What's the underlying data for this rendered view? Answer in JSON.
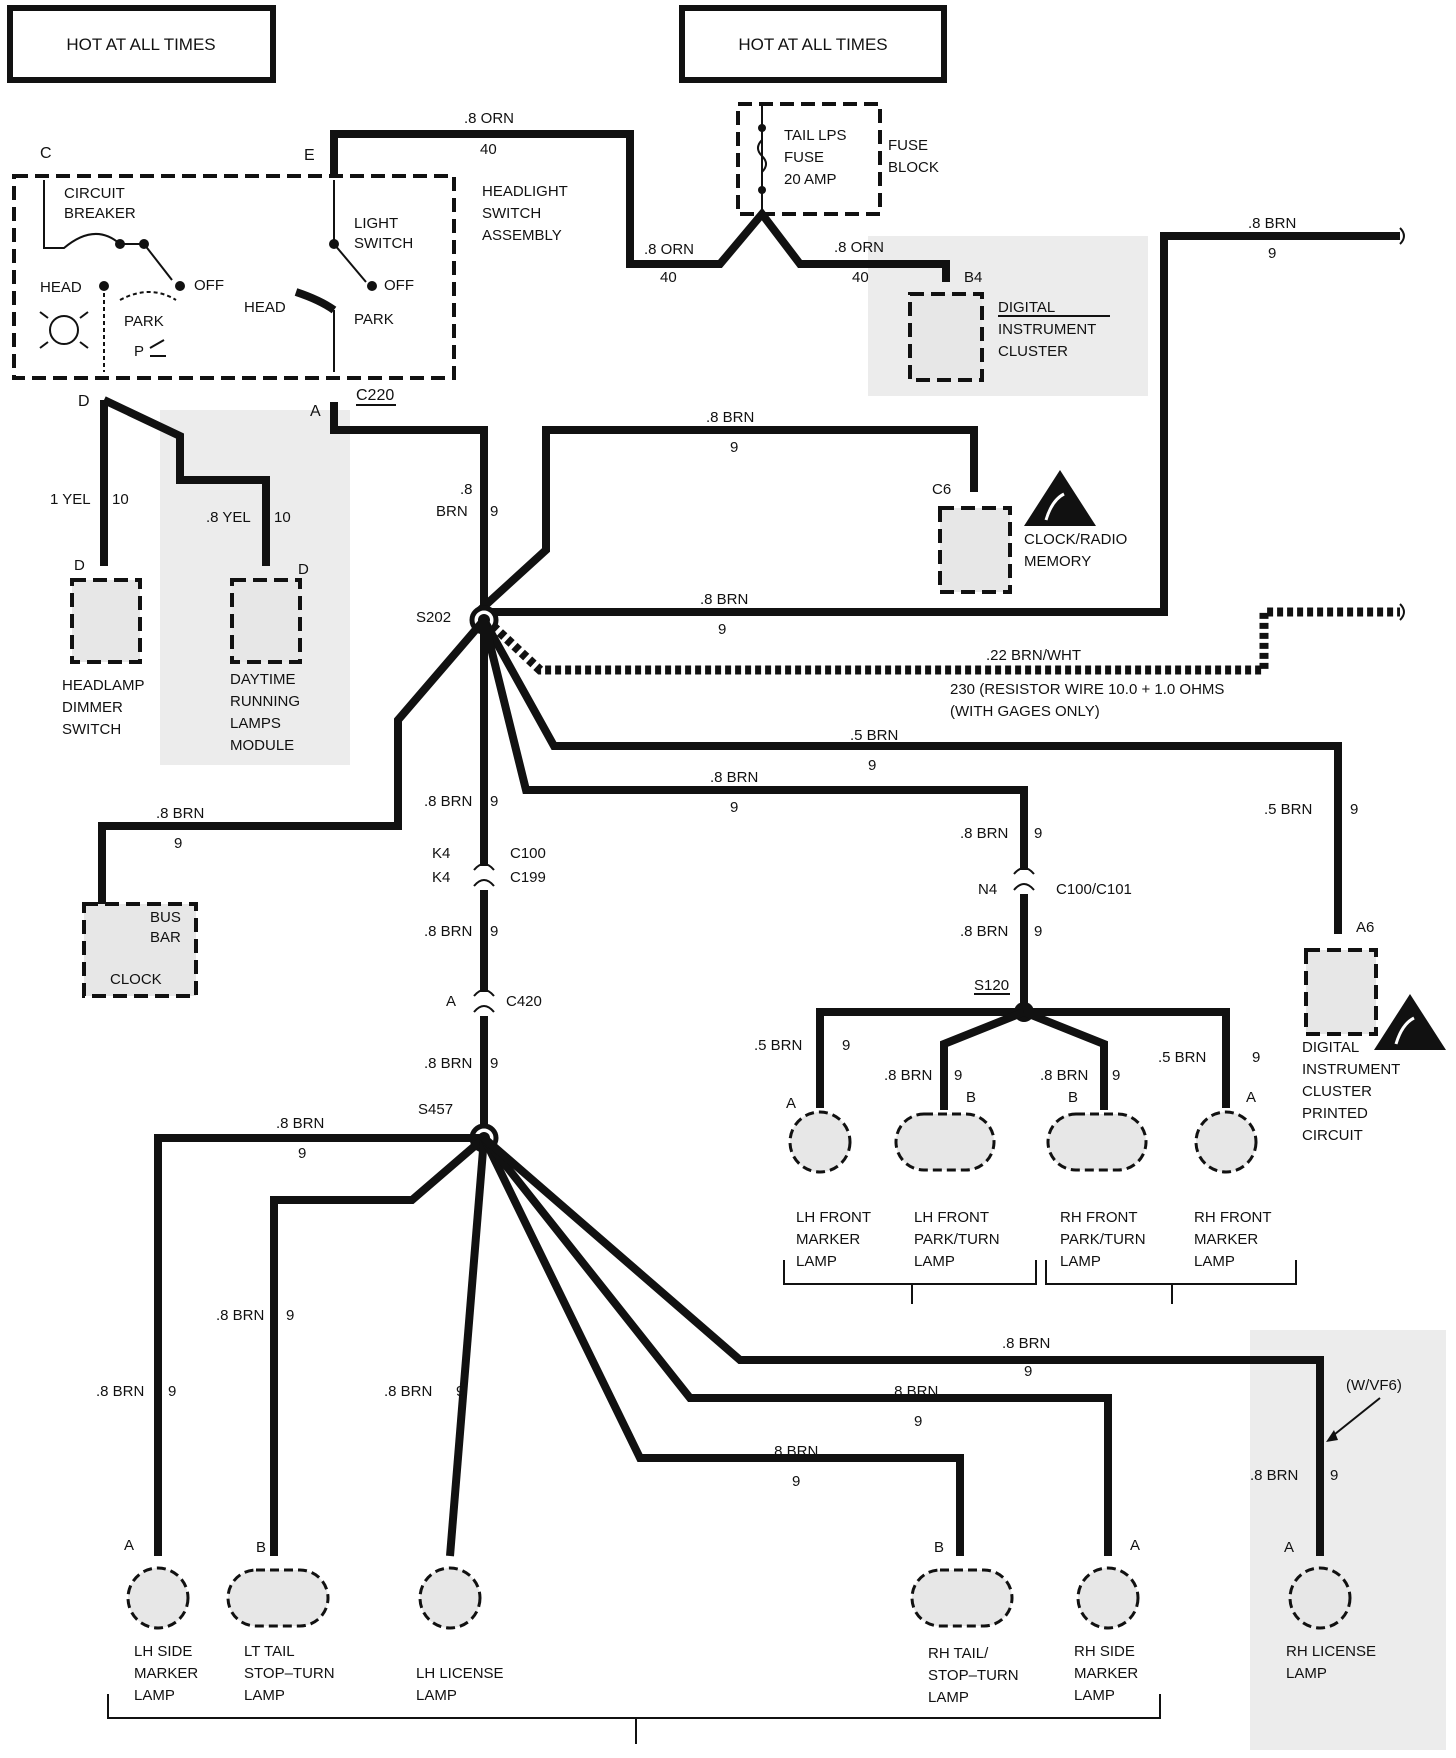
{
  "power": {
    "hot_left": "HOT AT ALL TIMES",
    "hot_right": "HOT AT ALL TIMES"
  },
  "fuse": {
    "line1": "TAIL LPS",
    "line2": "FUSE",
    "line3": "20 AMP",
    "block1": "FUSE",
    "block2": "BLOCK"
  },
  "headlight_switch": {
    "title": [
      "HEADLIGHT",
      "SWITCH",
      "ASSEMBLY"
    ],
    "circuit_breaker": [
      "CIRCUIT",
      "BREAKER"
    ],
    "light_switch": [
      "LIGHT",
      "SWITCH"
    ],
    "head": "HEAD",
    "park": "PARK",
    "off": "OFF",
    "p": "P",
    "term_c": "C",
    "term_e": "E",
    "term_d": "D",
    "term_a": "A",
    "connector": "C220"
  },
  "wires": {
    "orn_size": ".8 ORN",
    "orn_circuit": "40",
    "brn_8": ".8 BRN",
    "brn_5": ".5 BRN",
    "brn_circuit": "9",
    "yel_1": "1 YEL",
    "yel_8": ".8 YEL",
    "yel_circuit": "10",
    "brn_dot8": ".8",
    "brn_word": "BRN",
    "resistor_size": ".22 BRN/WHT",
    "resistor_desc": "230 (RESISTOR WIRE 10.0 + 1.0 OHMS",
    "resistor_note": "(WITH GAGES ONLY)",
    "wvf6": "(W/VF6)"
  },
  "splices": {
    "s202": "S202",
    "s120": "S120",
    "s457": "S457"
  },
  "connectors": {
    "k4": "K4",
    "c100": "C100",
    "c199": "C199",
    "n4": "N4",
    "c100_c101": "C100/C101",
    "a": "A",
    "c420": "C420",
    "b4": "B4",
    "c6": "C6",
    "a6": "A6",
    "d": "D",
    "b": "B"
  },
  "components": {
    "digital_cluster": [
      "DIGITAL",
      "INSTRUMENT",
      "CLUSTER"
    ],
    "clock_radio": [
      "CLOCK/RADIO",
      "MEMORY"
    ],
    "headlamp_dimmer": [
      "HEADLAMP",
      "DIMMER",
      "SWITCH"
    ],
    "drl_module": [
      "DAYTIME",
      "RUNNING",
      "LAMPS",
      "MODULE"
    ],
    "bus_bar": [
      "BUS",
      "BAR"
    ],
    "clock": "CLOCK",
    "cluster_printed": [
      "DIGITAL",
      "INSTRUMENT",
      "CLUSTER",
      "PRINTED",
      "CIRCUIT"
    ]
  },
  "front_lamps": [
    [
      "LH FRONT",
      "MARKER",
      "LAMP"
    ],
    [
      "LH FRONT",
      "PARK/TURN",
      "LAMP"
    ],
    [
      "RH FRONT",
      "PARK/TURN",
      "LAMP"
    ],
    [
      "RH FRONT",
      "MARKER",
      "LAMP"
    ]
  ],
  "rear_lamps": [
    [
      "LH SIDE",
      "MARKER",
      "LAMP"
    ],
    [
      "LT TAIL",
      "STOP–TURN",
      "LAMP"
    ],
    [
      "LH LICENSE",
      "LAMP"
    ],
    [
      "RH TAIL/",
      "STOP–TURN",
      "LAMP"
    ],
    [
      "RH SIDE",
      "MARKER",
      "LAMP"
    ],
    [
      "RH LICENSE",
      "LAMP"
    ]
  ]
}
